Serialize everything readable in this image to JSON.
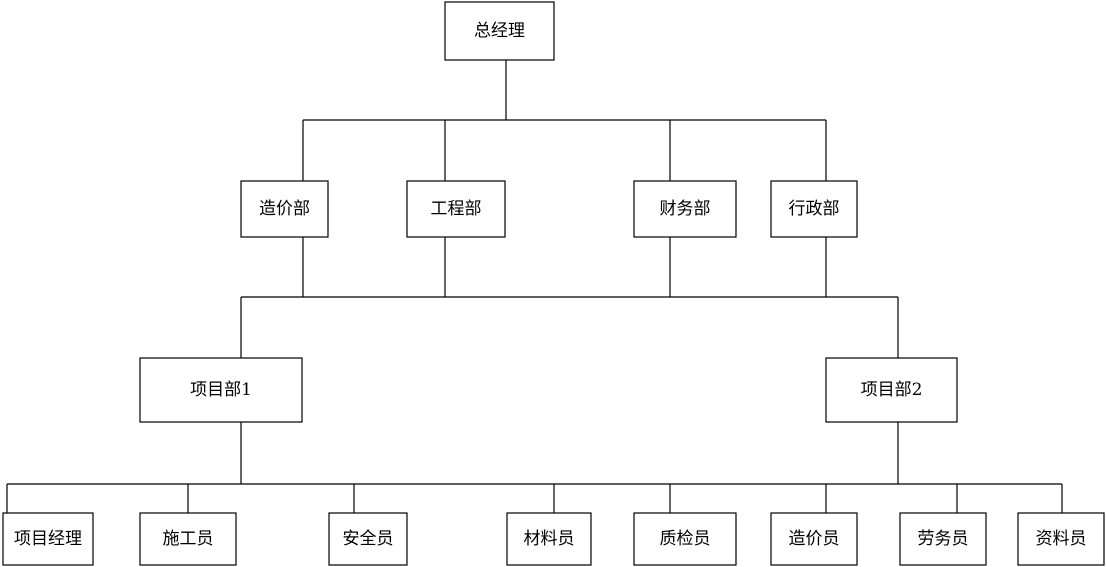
{
  "org_chart": {
    "top": {
      "label": "总经理"
    },
    "departments": [
      {
        "label": "造价部"
      },
      {
        "label": "工程部"
      },
      {
        "label": "财务部"
      },
      {
        "label": "行政部"
      }
    ],
    "projects": [
      {
        "label": "项目部1"
      },
      {
        "label": "项目部2"
      }
    ],
    "staff": [
      {
        "label": "项目经理"
      },
      {
        "label": "施工员"
      },
      {
        "label": "安全员"
      },
      {
        "label": "材料员"
      },
      {
        "label": "质检员"
      },
      {
        "label": "造价员"
      },
      {
        "label": "劳务员"
      },
      {
        "label": "资料员"
      }
    ]
  }
}
